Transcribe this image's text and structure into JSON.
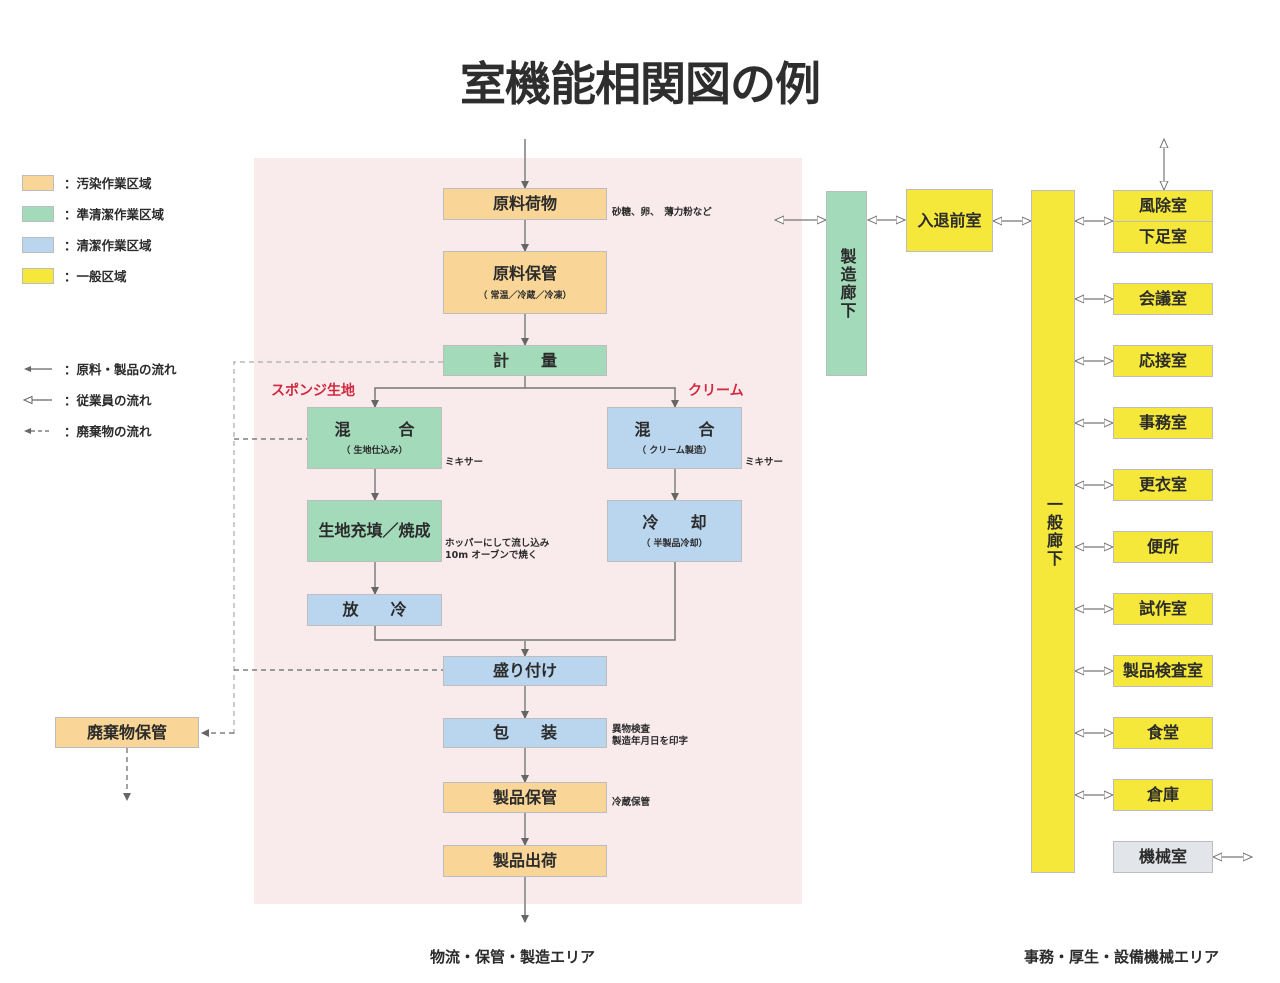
{
  "title": "室機能相関図の例",
  "legend": {
    "zones": [
      {
        "label": "：汚染作業区域",
        "color": "#f9d697"
      },
      {
        "label": "：準清潔作業区域",
        "color": "#a3dab9"
      },
      {
        "label": "：清潔作業区域",
        "color": "#bad6ef"
      },
      {
        "label": "：一般区域",
        "color": "#f5e83a"
      }
    ],
    "flows": [
      {
        "label": "：原料・製品の流れ",
        "icon": "solid-filled-arrow-icon"
      },
      {
        "label": "：従業員の流れ",
        "icon": "solid-hollow-arrow-icon"
      },
      {
        "label": "：廃棄物の流れ",
        "icon": "dashed-filled-arrow-icon"
      }
    ]
  },
  "production": {
    "raw_arrival": {
      "label": "原料荷物",
      "note": "砂糖、卵、　薄力粉など"
    },
    "raw_storage": {
      "label": "原料保管",
      "sub": "（ 常温／冷蔵／冷凍）"
    },
    "weighing": {
      "label": "計　　量"
    },
    "branch_sponge": "スポンジ生地",
    "branch_cream": "クリーム",
    "mix_sponge": {
      "label": "混　　　合",
      "sub": "（ 生地仕込み）",
      "note": "ミキサー"
    },
    "mix_cream": {
      "label": "混　　　合",
      "sub": "（ クリーム製造）",
      "note": "ミキサー"
    },
    "fill_bake": {
      "label": "生地充填／焼成",
      "note": "ホッパーにして流し込み\n10m オーブンで焼く"
    },
    "cool_cream": {
      "label": "冷　　却",
      "sub": "（ 半製品冷却）"
    },
    "cool_sponge": {
      "label": "放　　冷"
    },
    "plating": {
      "label": "盛り付け"
    },
    "packaging": {
      "label": "包　　装",
      "note": "異物検査\n製造年月日を印字"
    },
    "product_storage": {
      "label": "製品保管",
      "note": "冷蔵保管"
    },
    "shipping": {
      "label": "製品出荷"
    },
    "waste_storage": {
      "label": "廃棄物保管"
    },
    "area_label": "物流・保管・製造エリア"
  },
  "office": {
    "mfg_corridor": "製造廊下",
    "entry_anteroom": "入退前室",
    "general_corridor": "一般廊下",
    "windbreak": "風除室",
    "shoe_room": "下足室",
    "rooms": [
      "会議室",
      "応接室",
      "事務室",
      "更衣室",
      "便所",
      "試作室",
      "製品検査室",
      "食堂",
      "倉庫"
    ],
    "machine_room": "機械室",
    "area_label": "事務・厚生・設備機械エリア"
  }
}
